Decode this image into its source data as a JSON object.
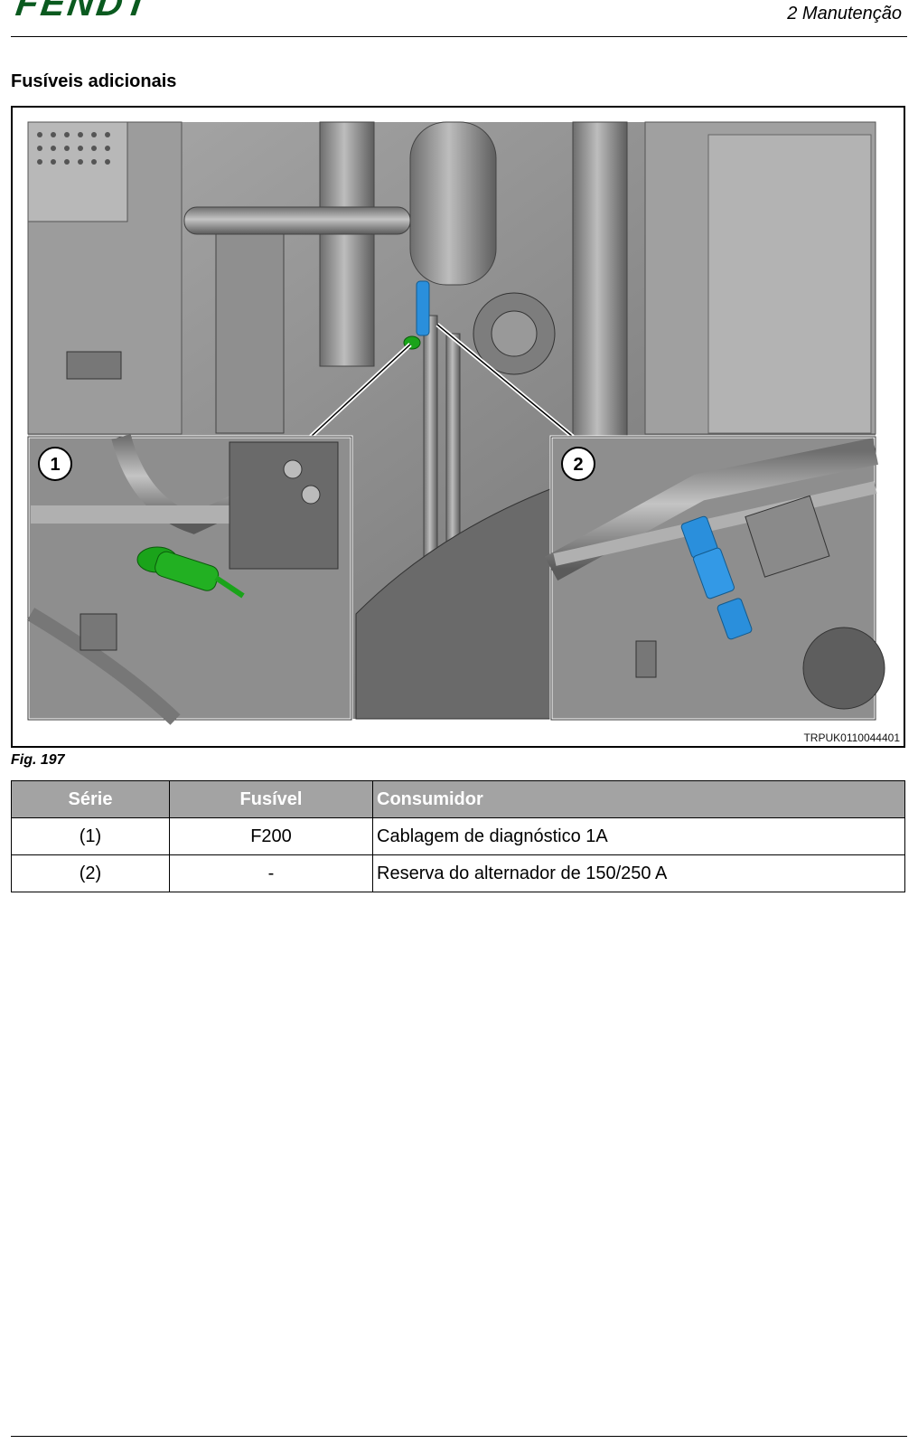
{
  "header": {
    "logo_text": "FENDT",
    "chapter": "2 Manutenção"
  },
  "section_title": "Fusíveis adicionais",
  "figure": {
    "callouts": [
      "1",
      "2"
    ],
    "code": "TRPUK0110044401",
    "caption": "Fig. 197",
    "colors": {
      "fuse_f200": "#1aa31a",
      "fuse_reserve": "#2a8fdc",
      "engine_gray": "#8a8a8a"
    }
  },
  "table": {
    "headers": [
      "Série",
      "Fusível",
      "Consumidor"
    ],
    "rows": [
      [
        "(1)",
        "F200",
        "Cablagem de diagnóstico 1A"
      ],
      [
        "(2)",
        "-",
        "Reserva do alternador de 150/250 A"
      ]
    ]
  }
}
